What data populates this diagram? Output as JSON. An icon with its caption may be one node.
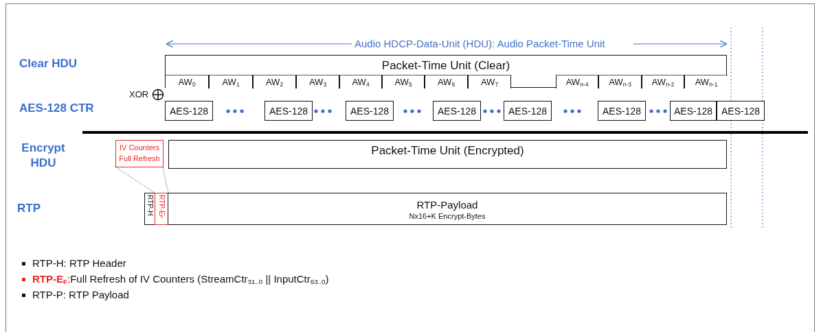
{
  "diagram": {
    "nodes": [
      {
        "text": [
          "Packet-Time Unit (Clear)"
        ]
      },
      {
        "text": [
          "AW$_{0}$"
        ],
        "in": 0
      },
      {
        "text": [
          "AW$_{1}$"
        ],
        "in": 0
      },
      {
        "text": [
          "AW$_{2}$"
        ],
        "in": 0
      },
      {
        "text": [
          "AW$_{3}$"
        ],
        "in": 0
      },
      {
        "text": [
          "AW$_{4}$"
        ],
        "in": 0
      },
      {
        "text": [
          "AW$_{5}$"
        ],
        "in": 0
      },
      {
        "text": [
          "AW$_{6}$"
        ],
        "in": 0
      },
      {
        "text": [
          "AW$_{7}$"
        ],
        "in": 0
      },
      {
        "text": [
          "AW$_{n-4}$"
        ],
        "in": 0
      },
      {
        "text": [
          "AW$_{n-3}$"
        ],
        "in": 0
      },
      {
        "text": [
          "AW$_{n-2}$"
        ],
        "in": 0
      },
      {
        "text": [
          "AW$_{n-1}$"
        ],
        "in": 0
      },
      {
        "text": [
          "AES-128"
        ]
      },
      {
        "text": [
          "AES-128"
        ]
      },
      {
        "text": [
          "AES-128"
        ]
      },
      {
        "text": [
          "AES-128"
        ]
      },
      {
        "text": [
          "AES-128"
        ]
      },
      {
        "text": [
          "AES-128"
        ]
      },
      {
        "text": [
          "AES-128"
        ]
      },
      {
        "text": [
          "AES-128"
        ]
      },
      {
        "text": [
          "Packet-Time Unit (Encrypted)"
        ]
      },
      {
        "text": [
          "IV Counters Full Refresh"
        ]
      },
      {
        "text": [
          "RTP-H"
        ]
      },
      {
        "text": [
          "RTP-E$_{F}$"
        ]
      },
      {
        "text": [
          "RTP-Payload",
          "Nx16+K Encrypt-Bytes"
        ]
      }
    ],
    "edges": [
      {
        "from": 22,
        "to": 24,
        "arrow": "none",
        "style": "dashed",
        "color": "#4472c4"
      },
      {
        "from": 22,
        "to": 24,
        "arrow": "none",
        "style": "dashed",
        "color": "#4472c4"
      }
    ],
    "labels": [
      "Audio HDCP-Data-Unit (HDU): Audio Packet-Time Unit",
      "Clear HDU",
      "XOR",
      "AES-128 CTR",
      "Encrypt HDU",
      "RTP",
      "RTP-H: RTP Header",
      "**RTP-E$_{F}$**:Full Refresh of IV Counters (StreamCtr$_{31..0}$ || InputCtr$_{63..0}$)",
      "RTP-P: RTP Payload"
    ]
  }
}
